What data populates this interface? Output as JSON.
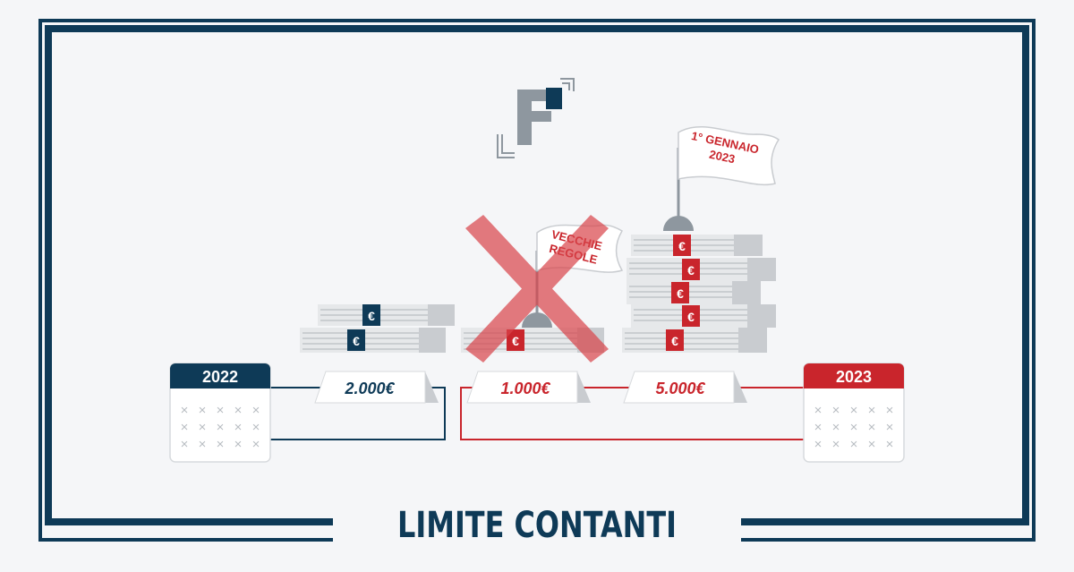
{
  "title": "LIMITE CONTANTI",
  "colors": {
    "navy": "#0e3a57",
    "red": "#c9252c",
    "grey": "#8e979f",
    "light_grey": "#c9ccd0",
    "background": "#f5f6f8"
  },
  "logo": {
    "letter": "F"
  },
  "calendars": {
    "left": {
      "year": "2022",
      "mark": "×"
    },
    "right": {
      "year": "2023",
      "mark": "×"
    }
  },
  "amounts": {
    "a2022": "2.000€",
    "a_old": "1.000€",
    "a2023": "5.000€"
  },
  "flags": {
    "old_line1": "VECCHIE",
    "old_line2": "REGOLE",
    "new_line1": "1° GENNAIO",
    "new_line2": "2023"
  },
  "euro_symbol": "€"
}
